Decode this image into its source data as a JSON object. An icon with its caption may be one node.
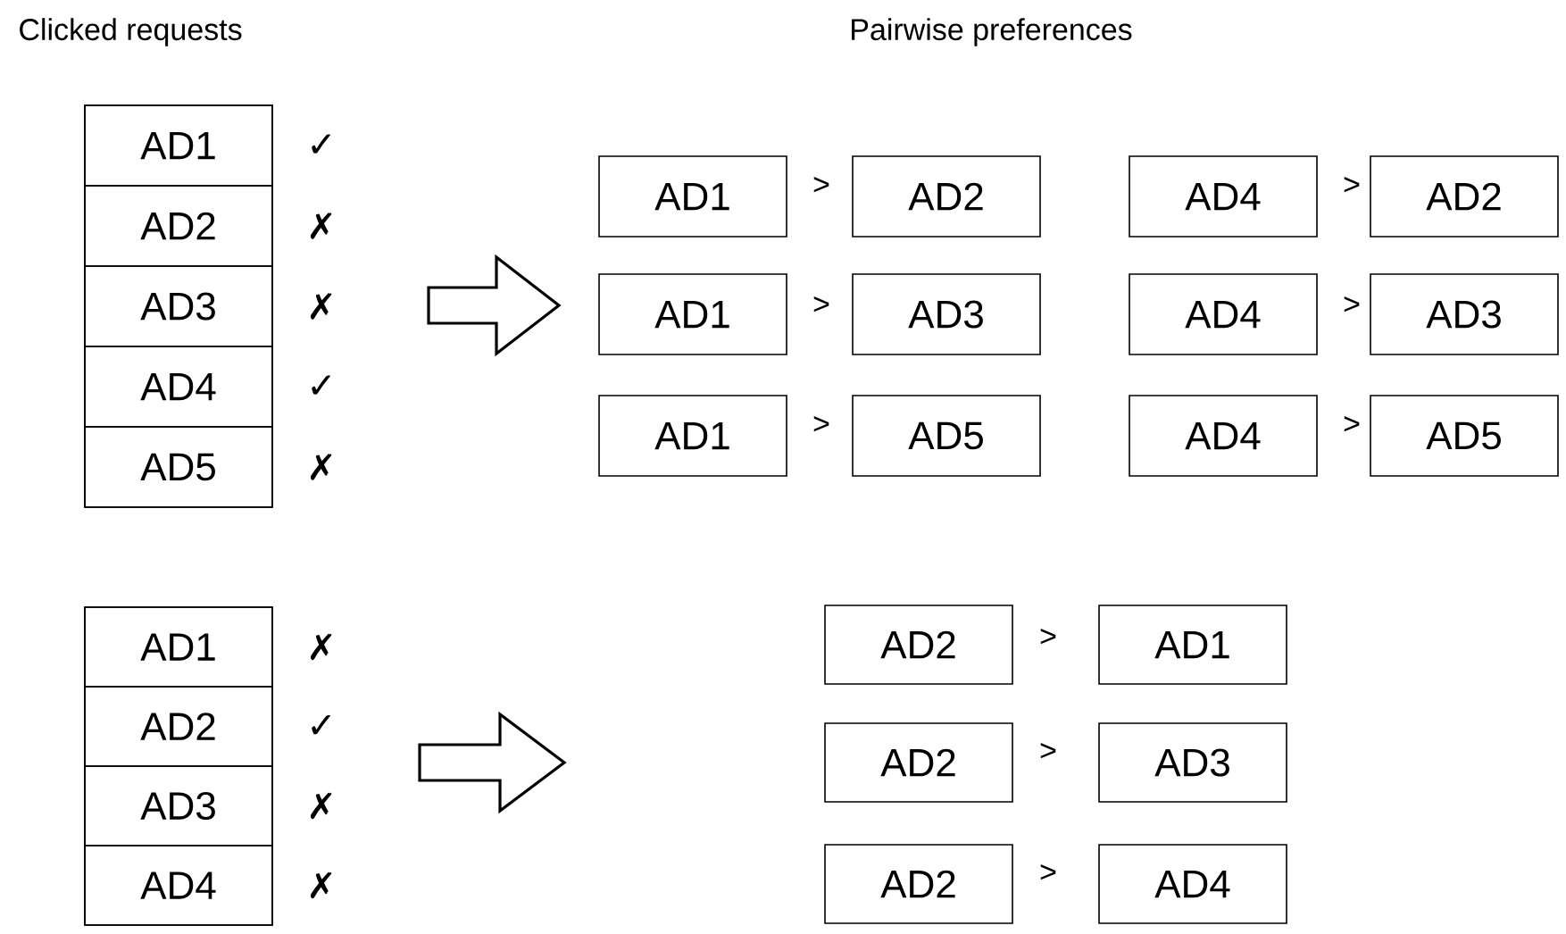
{
  "diagram": {
    "nodes": [
      {
        "text": [],
        "shape": "box"
      },
      {
        "text": [
          "AD1"
        ],
        "in": 0,
        "beside": [
          "✓"
        ]
      },
      {
        "text": [
          "AD2"
        ],
        "in": 0,
        "beside": [
          "✗"
        ]
      },
      {
        "text": [
          "AD3"
        ],
        "in": 0,
        "beside": [
          "✗"
        ]
      },
      {
        "text": [
          "AD4"
        ],
        "in": 0,
        "beside": [
          "✓"
        ]
      },
      {
        "text": [
          "AD5"
        ],
        "in": 0,
        "beside": [
          "✗"
        ]
      },
      {
        "text": [
          "AD1"
        ]
      },
      {
        "text": [
          "AD2"
        ]
      },
      {
        "text": [
          "AD4"
        ]
      },
      {
        "text": [
          "AD2"
        ]
      },
      {
        "text": [
          "AD1"
        ]
      },
      {
        "text": [
          "AD3"
        ]
      },
      {
        "text": [
          "AD4"
        ]
      },
      {
        "text": [
          "AD3"
        ]
      },
      {
        "text": [
          "AD1"
        ]
      },
      {
        "text": [
          "AD5"
        ]
      },
      {
        "text": [
          "AD4"
        ]
      },
      {
        "text": [
          "AD5"
        ]
      },
      {
        "text": [],
        "shape": "box"
      },
      {
        "text": [
          "AD1"
        ],
        "in": 18,
        "beside": [
          "✗"
        ]
      },
      {
        "text": [
          "AD2"
        ],
        "in": 18,
        "beside": [
          "✓"
        ]
      },
      {
        "text": [
          "AD3"
        ],
        "in": 18,
        "beside": [
          "✗"
        ]
      },
      {
        "text": [
          "AD4"
        ],
        "in": 18,
        "beside": [
          "✗"
        ]
      },
      {
        "text": [
          "AD2"
        ]
      },
      {
        "text": [
          "AD1"
        ]
      },
      {
        "text": [
          "AD2"
        ]
      },
      {
        "text": [
          "AD3"
        ]
      },
      {
        "text": [
          "AD2"
        ]
      },
      {
        "text": [
          "AD4"
        ]
      }
    ],
    "labels": [
      "Clicked requests",
      "Pairwise preferences",
      ">",
      ">",
      ">",
      ">",
      ">",
      ">",
      ">",
      ">",
      ">"
    ]
  }
}
